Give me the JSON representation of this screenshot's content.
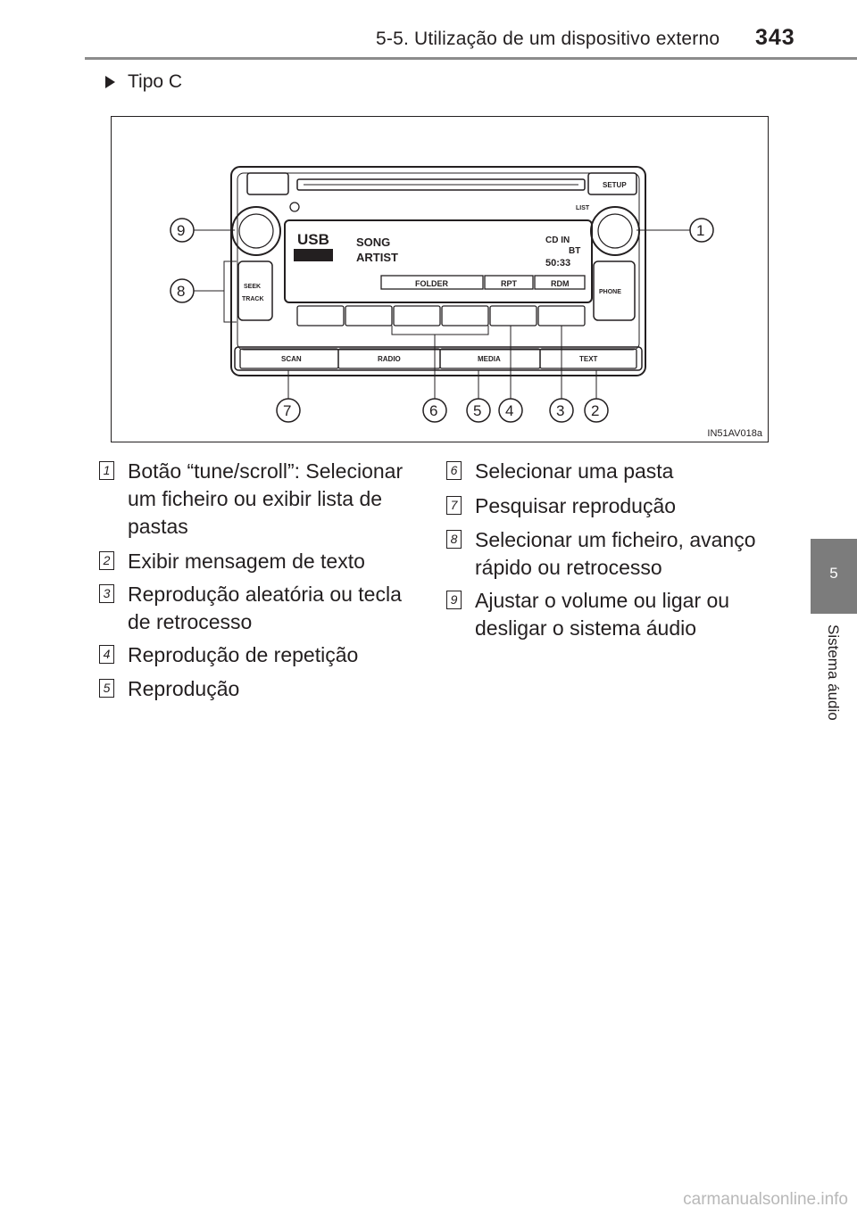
{
  "header": {
    "section": "5-5. Utilização de um dispositivo externo",
    "page_number": "343"
  },
  "side_tab": {
    "number": "5",
    "label": "Sistema áudio"
  },
  "variant_label": "Tipo C",
  "figure": {
    "code": "IN51AV018a",
    "display": {
      "source": "USB",
      "song": "SONG",
      "artist": "ARTIST",
      "cd_in": "CD IN",
      "bt": "BT",
      "time": "50:33",
      "folder": "FOLDER",
      "rpt": "RPT",
      "rdm": "RDM"
    },
    "buttons": {
      "setup": "SETUP",
      "list": "LIST",
      "seek": "SEEK",
      "track": "TRACK",
      "phone": "PHONE",
      "scan": "SCAN",
      "radio": "RADIO",
      "media": "MEDIA",
      "text": "TEXT"
    },
    "callouts": [
      "1",
      "2",
      "3",
      "4",
      "5",
      "6",
      "7",
      "8",
      "9"
    ]
  },
  "legend_left": [
    {
      "num": "1",
      "text": "Botão “tune/scroll”: Selecionar um ficheiro ou exibir lista de pastas"
    },
    {
      "num": "2",
      "text": "Exibir mensagem de texto"
    },
    {
      "num": "3",
      "text": "Reprodução aleatória ou tecla de retrocesso"
    },
    {
      "num": "4",
      "text": "Reprodução de repetição"
    },
    {
      "num": "5",
      "text": "Reprodução"
    }
  ],
  "legend_right": [
    {
      "num": "6",
      "text": "Selecionar uma pasta"
    },
    {
      "num": "7",
      "text": "Pesquisar reprodução"
    },
    {
      "num": "8",
      "text": "Selecionar um ficheiro, avanço rápido ou retrocesso"
    },
    {
      "num": "9",
      "text": "Ajustar o volume ou ligar ou desligar o sistema áudio"
    }
  ],
  "watermark": "carmanualsonline.info"
}
